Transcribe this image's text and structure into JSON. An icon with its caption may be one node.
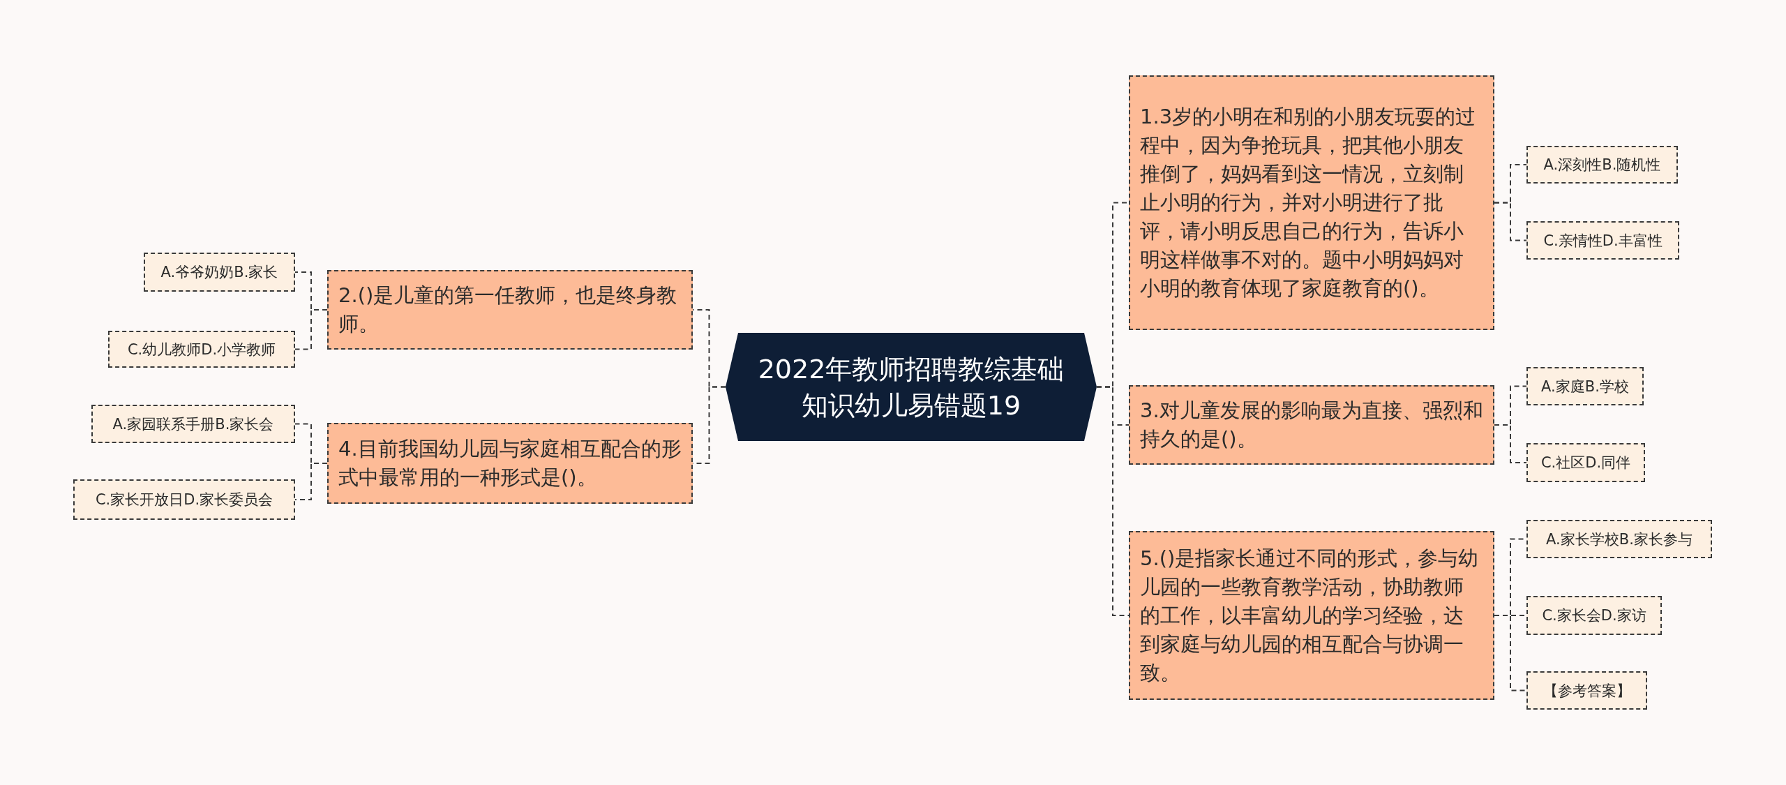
{
  "diagram": {
    "nodes": [
      {
        "text": [
          "2022年教师招聘教综基础知识幼儿易错题19"
        ]
      },
      {
        "text": [
          "2.()是儿童的第一任教师，也是终身教师。"
        ]
      },
      {
        "text": [
          "A.爷爷奶奶B.家长"
        ]
      },
      {
        "text": [
          "C.幼儿教师D.小学教师"
        ]
      },
      {
        "text": [
          "4.目前我国幼儿园与家庭相互配合的形式中最常用的一种形式是()。"
        ]
      },
      {
        "text": [
          "A.家园联系手册B.家长会"
        ]
      },
      {
        "text": [
          "C.家长开放日D.家长委员会"
        ]
      },
      {
        "text": [
          "1.3岁的小明在和别的小朋友玩耍的过程中，因为争抢玩具，把其他小朋友推倒了，妈妈看到这一情况，立刻制止小明的行为，并对小明进行了批评，请小明反思自己的行为，告诉小明这样做事不对的。题中小明妈妈对小明的教育体现了家庭教育的()。"
        ]
      },
      {
        "text": [
          "A.深刻性B.随机性"
        ]
      },
      {
        "text": [
          "C.亲情性D.丰富性"
        ]
      },
      {
        "text": [
          "3.对儿童发展的影响最为直接、强烈和持久的是()。"
        ]
      },
      {
        "text": [
          "A.家庭B.学校"
        ]
      },
      {
        "text": [
          "C.社区D.同伴"
        ]
      },
      {
        "text": [
          "5.()是指家长通过不同的形式，参与幼儿园的一些教育教学活动，协助教师的工作，以丰富幼儿的学习经验，达到家庭与幼儿园的相互配合与协调一致。"
        ]
      },
      {
        "text": [
          "A.家长学校B.家长参与"
        ]
      },
      {
        "text": [
          "C.家长会D.家访"
        ]
      },
      {
        "text": [
          "【参考答案】"
        ]
      }
    ],
    "edges": [
      {
        "from": 0,
        "to": 1,
        "arrow": "none"
      },
      {
        "from": 1,
        "to": 2,
        "arrow": "none"
      },
      {
        "from": 1,
        "to": 3,
        "arrow": "none"
      },
      {
        "from": 0,
        "to": 4,
        "arrow": "none"
      },
      {
        "from": 4,
        "to": 5,
        "arrow": "none"
      },
      {
        "from": 4,
        "to": 6,
        "arrow": "none"
      },
      {
        "from": 0,
        "to": 7,
        "arrow": "none"
      },
      {
        "from": 7,
        "to": 8,
        "arrow": "none"
      },
      {
        "from": 7,
        "to": 9,
        "arrow": "none"
      },
      {
        "from": 0,
        "to": 10,
        "arrow": "none"
      },
      {
        "from": 10,
        "to": 11,
        "arrow": "none"
      },
      {
        "from": 10,
        "to": 12,
        "arrow": "none"
      },
      {
        "from": 0,
        "to": 13,
        "arrow": "none"
      },
      {
        "from": 13,
        "to": 14,
        "arrow": "none"
      },
      {
        "from": 13,
        "to": 15,
        "arrow": "none"
      },
      {
        "from": 13,
        "to": 16,
        "arrow": "none"
      }
    ]
  }
}
